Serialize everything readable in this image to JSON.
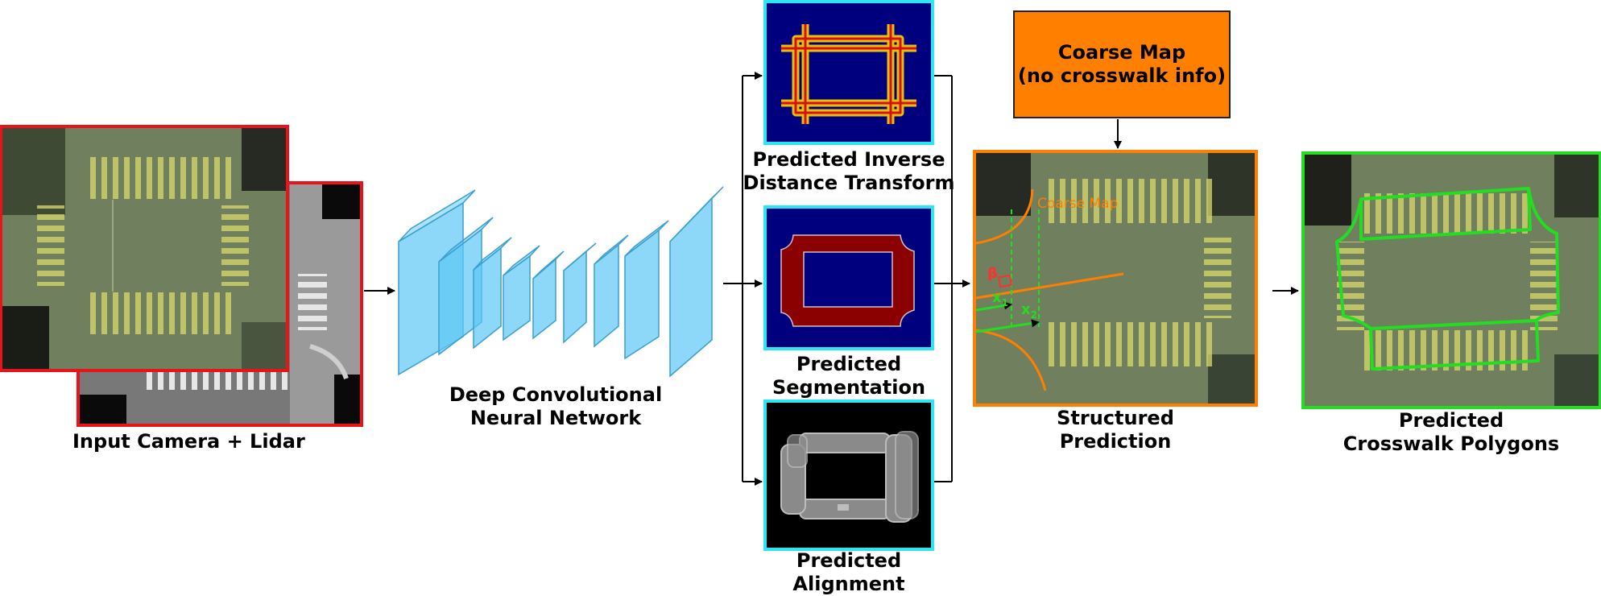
{
  "labels": {
    "input": "Input Camera + Lidar",
    "cnn_line1": "Deep Convolutional",
    "cnn_line2": "Neural Network",
    "idt_line1": "Predicted Inverse",
    "idt_line2": "Distance Transform",
    "seg_line1": "Predicted",
    "seg_line2": "Segmentation",
    "align_line1": "Predicted",
    "align_line2": "Alignment",
    "coarse_line1": "Coarse Map",
    "coarse_line2": "(no crosswalk info)",
    "structured_line1": "Structured",
    "structured_line2": "Prediction",
    "polygons_line1": "Predicted",
    "polygons_line2": "Crosswalk Polygons",
    "coarse_map_overlay": "Coarse Map",
    "beta": "β",
    "x1": "x",
    "x1_sub": "1",
    "x2": "x",
    "x2_sub": "2"
  },
  "colors": {
    "input_border": "#e8141c",
    "output_cyan": "#2ee6f2",
    "coarse_orange": "#ff7f00",
    "polygon_green": "#22dd22",
    "cnn_blue": "#5cc8f5",
    "heatmap_bg": "#00007e",
    "seg_red": "#8b0000"
  }
}
